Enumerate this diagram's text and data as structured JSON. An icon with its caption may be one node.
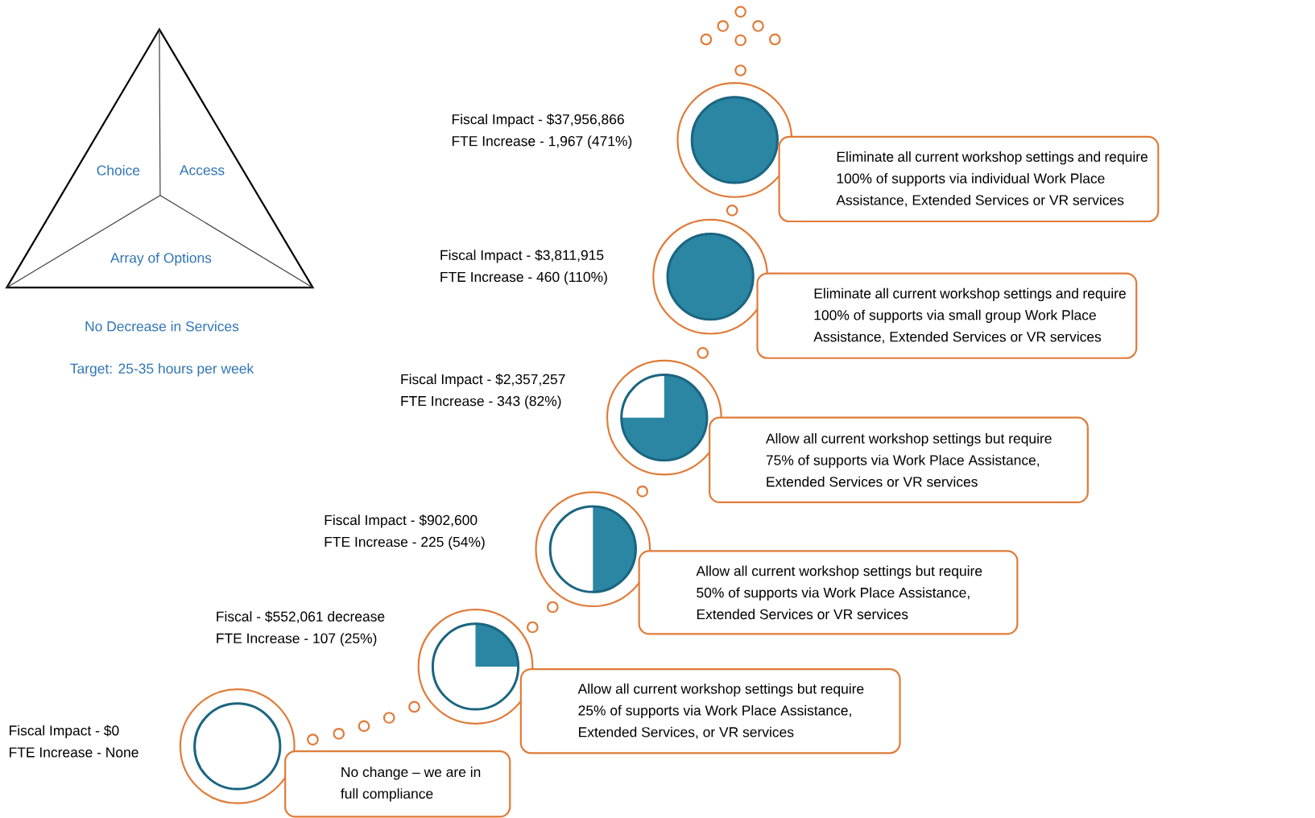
{
  "diagram": {
    "nodes": [
      {
        "text": [
          "Choice",
          "Access",
          "Array of Options"
        ]
      },
      {
        "text": [],
        "shape": "circle",
        "beside": [
          "Fiscal Impact - $37,956,866",
          "FTE Increase - 1,967 (471%)"
        ]
      },
      {
        "text": [
          "Eliminate all current workshop settings and require 100% of supports via individual Work Place Assistance, Extended Services or VR services"
        ]
      },
      {
        "text": [],
        "shape": "circle",
        "beside": [
          "Fiscal Impact - $3,811,915",
          "FTE Increase - 460 (110%)"
        ]
      },
      {
        "text": [
          "Eliminate all current workshop settings and require 100% of supports via small group Work Place Assistance, Extended Services or VR services"
        ]
      },
      {
        "text": [],
        "shape": "circle",
        "beside": [
          "Fiscal Impact - $2,357,257",
          "FTE Increase - 343 (82%)"
        ]
      },
      {
        "text": [
          "Allow all current workshop settings but require 75% of supports via Work Place Assistance, Extended Services or VR services"
        ]
      },
      {
        "text": [],
        "shape": "circle",
        "beside": [
          "Fiscal Impact - $902,600",
          "FTE Increase - 225 (54%)"
        ]
      },
      {
        "text": [
          "Allow all current workshop settings but require 50% of supports via Work Place Assistance, Extended Services or VR services"
        ]
      },
      {
        "text": [],
        "shape": "circle",
        "beside": [
          "Fiscal -  $552,061 decrease",
          "FTE Increase - 107 (25%)"
        ]
      },
      {
        "text": [
          "Allow all current workshop settings but require 25% of supports via Work Place Assistance, Extended Services, or VR services"
        ]
      },
      {
        "text": [],
        "shape": "circle",
        "beside": [
          "Fiscal Impact - $0",
          "FTE Increase - None"
        ]
      },
      {
        "text": [
          "No change – we are in full compliance"
        ]
      }
    ],
    "labels": [
      "No Decrease in Services",
      "Target: 25-35 hours per week"
    ]
  }
}
